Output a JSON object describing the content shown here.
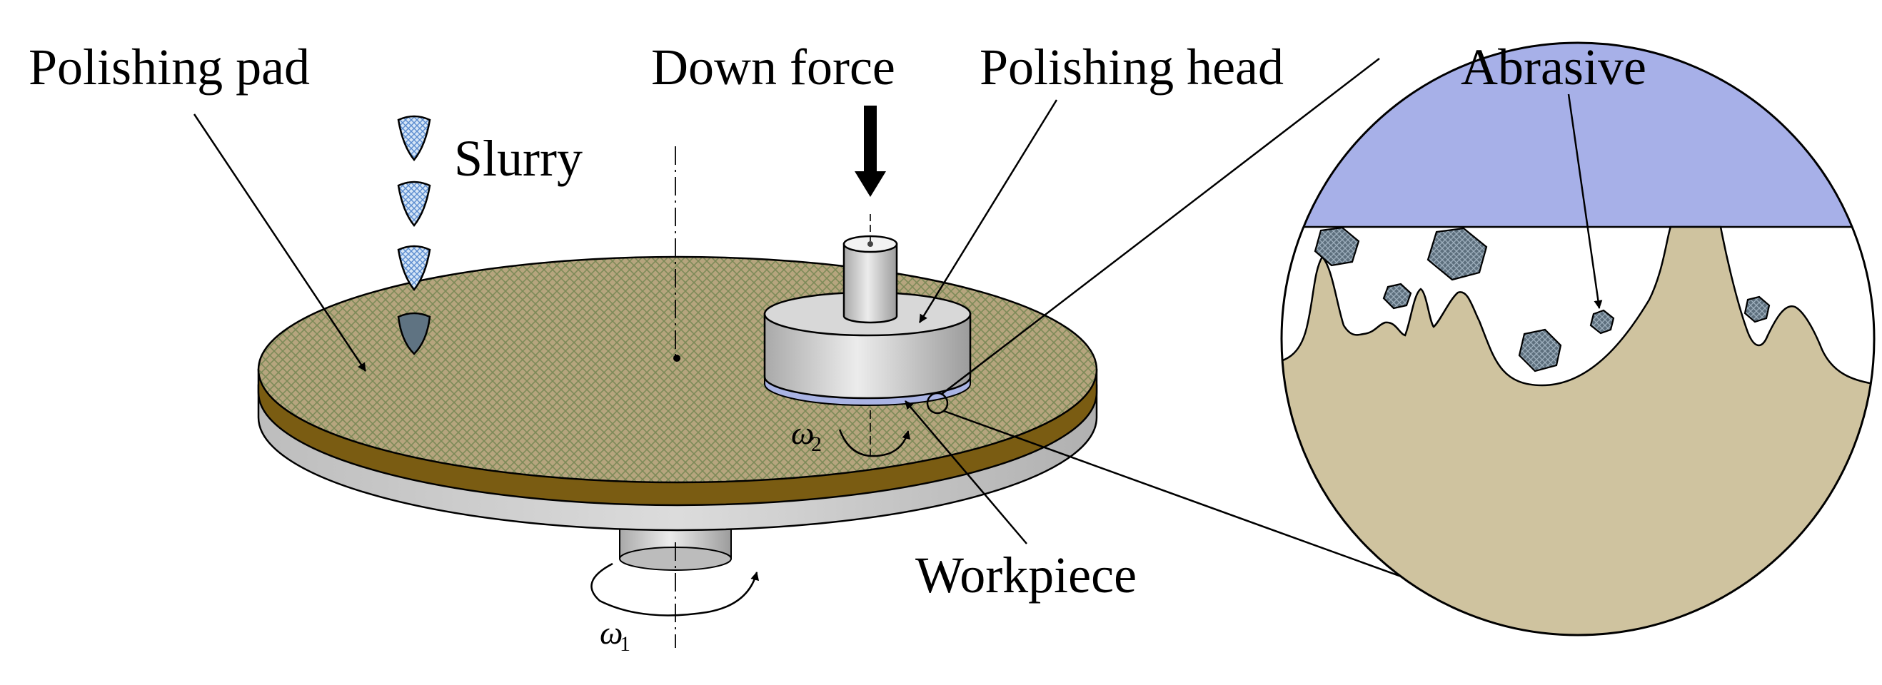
{
  "labels": {
    "polishing_pad": "Polishing pad",
    "slurry": "Slurry",
    "down_force": "Down force",
    "polishing_head": "Polishing head",
    "abrasive": "Abrasive",
    "workpiece": "Workpiece",
    "omega2_symbol": "ω",
    "omega2_sub": "2",
    "omega1_symbol": "ω",
    "omega1_sub": "1"
  },
  "colors": {
    "pad_surface": "#b2a07a",
    "pad_edge": "#7a5c12",
    "platen": "#c8c8c8",
    "head": "#d0d0d0",
    "workpiece": "#aab4e4",
    "slurry": "#c6daf2",
    "abrasive": "#566876",
    "sky": "#a7b0e8",
    "substrate": "#cfc39f"
  },
  "icons": {
    "slurry_drop": "droplet-icon",
    "force_arrow": "down-arrow-icon",
    "rotation": "curved-arrow-icon"
  }
}
